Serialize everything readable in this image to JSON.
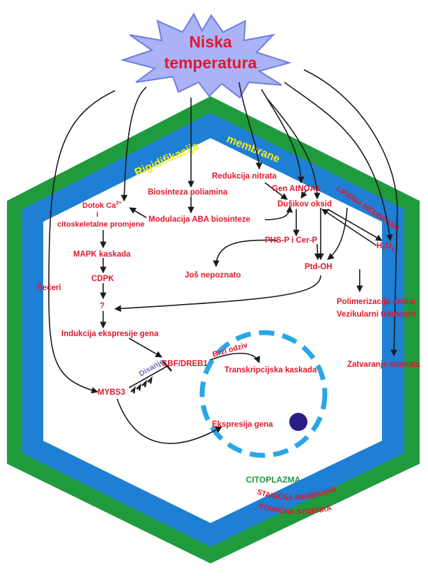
{
  "header": {
    "title_line1": "Niska",
    "title_line2": "temperatura"
  },
  "banner": {
    "rigid_left": "Rigidifikacija",
    "rigid_right": "membrane"
  },
  "membrane_labels": {
    "lipid_membrane": "LIPIDNA MEMBRANA",
    "cell_membrane": "STANIČNA MEMBRANA",
    "cell_wall": "STANIČNA STIJENKA",
    "cytoplasm": "CITOPLAZMA"
  },
  "nodes": {
    "nitrate": "Redukcija nitrata",
    "gen": "Gen AtNOA1",
    "nitric_oxide": "Dušikov oksid",
    "polyamine": "Biosinteza poliamina",
    "aba": "Modulacija ABA biosinteze",
    "calcium_1": "Dotok Ca",
    "calcium_sup": "2+",
    "calcium_2": "i",
    "calcium_3": "citoskeletalne promjene",
    "h2o2": "H",
    "h2o2_sub": "2",
    "h2o2_tail": "O",
    "h2o2_sub2": "2",
    "phs": "PHS-P i Cer-P",
    "ptd": "Ptd-OH",
    "unknown": "Još nepoznato",
    "mapk": "MAPK kaskada",
    "cdpk": "CDPK",
    "question": "?",
    "sugars": "Šećeri",
    "actin": "Polimerizacija aktina",
    "vesicular": "Vezikularni transport",
    "induction": "Indukcija ekspresije gena",
    "cbf": "CBF/DREB1",
    "fast": "Brzi odziv",
    "transcription": "Transkripcijska kaskada",
    "stomata": "Zatvaranje stomata",
    "breathing": "Disanje",
    "mybs3": "MYBS3",
    "expression": "Ekspresija gena"
  },
  "colors": {
    "outer_wall": "#1f9a3c",
    "membrane": "#1e7fd4",
    "star_fill": "#aab3f5",
    "node_text": "#e0182d",
    "banner_text": "#f4ee1b",
    "nucleus": "#2a1e85",
    "nucleus_border": "#2aa6e8"
  }
}
